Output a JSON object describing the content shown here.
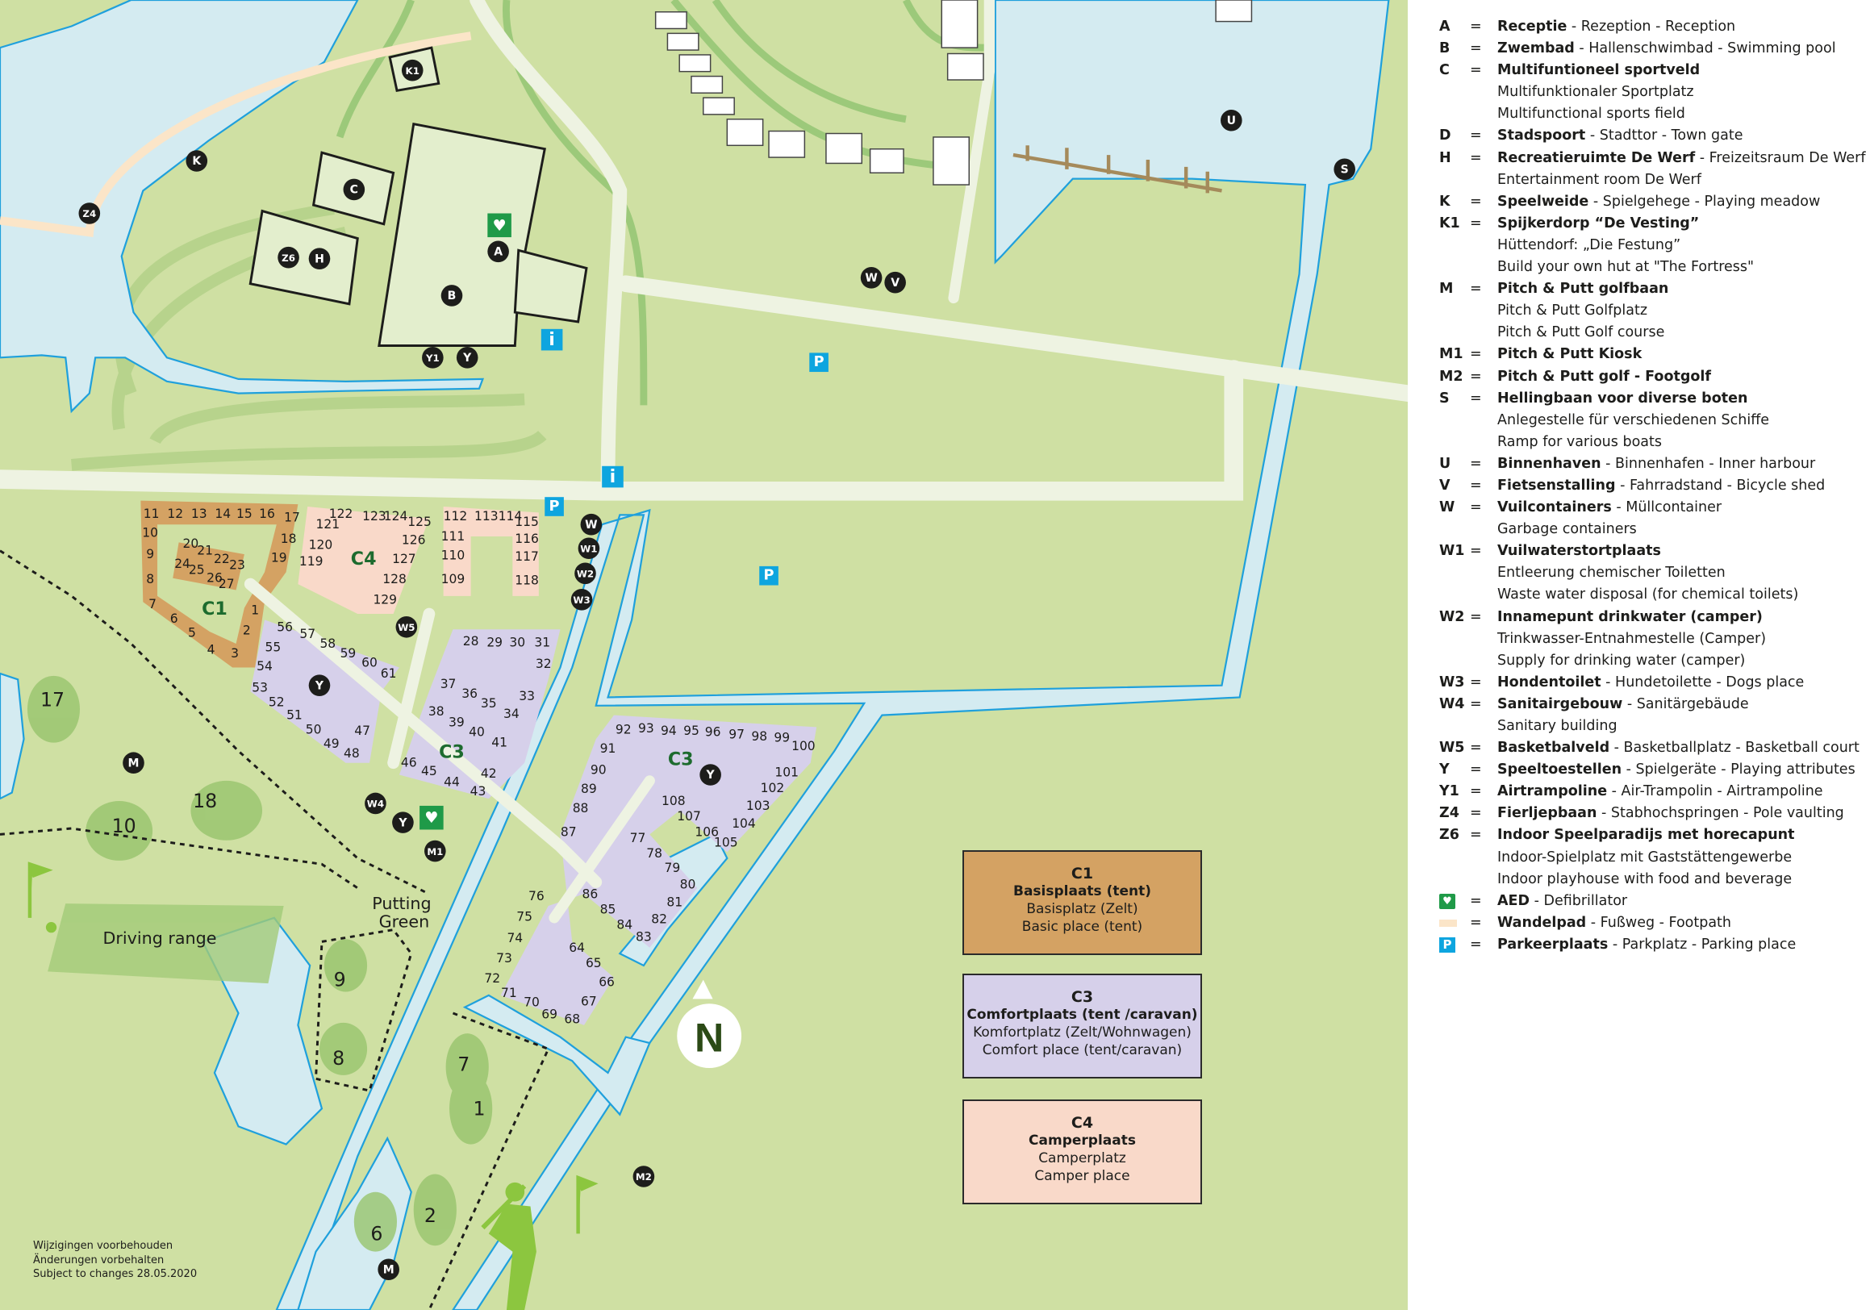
{
  "legend": {
    "rows": [
      {
        "code": "A",
        "eq": "=",
        "bold": "Receptie",
        "rest": " - Rezeption - Reception"
      },
      {
        "code": "B",
        "eq": "=",
        "bold": "Zwembad",
        "rest": " - Hallenschwimbad - Swimming pool"
      },
      {
        "code": "C",
        "eq": "=",
        "bold": "Multifuntioneel sportveld",
        "rest": ""
      },
      {
        "code": "",
        "eq": "",
        "bold": "",
        "rest": "Multifunktionaler Sportplatz"
      },
      {
        "code": "",
        "eq": "",
        "bold": "",
        "rest": "Multifunctional sports field"
      },
      {
        "code": "D",
        "eq": "=",
        "bold": "Stadspoort",
        "rest": " - Stadttor - Town gate"
      },
      {
        "code": "H",
        "eq": "=",
        "bold": "Recreatieruimte De Werf",
        "rest": " - Freizeitsraum De Werf"
      },
      {
        "code": "",
        "eq": "",
        "bold": "",
        "rest": "Entertainment room De Werf"
      },
      {
        "code": "K",
        "eq": "=",
        "bold": "Speelweide",
        "rest": " - Spielgehege - Playing meadow"
      },
      {
        "code": "K1",
        "eq": "=",
        "bold": "Spijkerdorp “De Vesting”",
        "rest": ""
      },
      {
        "code": "",
        "eq": "",
        "bold": "",
        "rest": "Hüttendorf: „Die Festung”"
      },
      {
        "code": "",
        "eq": "",
        "bold": "",
        "rest": "Build your own hut at \"The Fortress\""
      },
      {
        "code": "M",
        "eq": "=",
        "bold": "Pitch & Putt golfbaan",
        "rest": ""
      },
      {
        "code": "",
        "eq": "",
        "bold": "",
        "rest": "Pitch & Putt Golfplatz"
      },
      {
        "code": "",
        "eq": "",
        "bold": "",
        "rest": "Pitch & Putt Golf course"
      },
      {
        "code": "M1",
        "eq": "=",
        "bold": "Pitch & Putt Kiosk",
        "rest": ""
      },
      {
        "code": "M2",
        "eq": "=",
        "bold": "Pitch & Putt golf  - Footgolf",
        "rest": ""
      },
      {
        "code": "S",
        "eq": "=",
        "bold": "Hellingbaan voor diverse boten",
        "rest": ""
      },
      {
        "code": "",
        "eq": "",
        "bold": "",
        "rest": "Anlegestelle für verschiedenen Schiffe"
      },
      {
        "code": "",
        "eq": "",
        "bold": "",
        "rest": "Ramp for various boats"
      },
      {
        "code": "U",
        "eq": "=",
        "bold": "Binnenhaven",
        "rest": " - Binnenhafen - Inner harbour"
      },
      {
        "code": "V",
        "eq": "=",
        "bold": "Fietsenstalling",
        "rest": " - Fahrradstand - Bicycle shed"
      },
      {
        "code": "W",
        "eq": "=",
        "bold": "Vuilcontainers",
        "rest": " - Müllcontainer"
      },
      {
        "code": "",
        "eq": "",
        "bold": "",
        "rest": "Garbage containers"
      },
      {
        "code": "W1",
        "eq": "=",
        "bold": "Vuilwaterstortplaats",
        "rest": ""
      },
      {
        "code": "",
        "eq": "",
        "bold": "",
        "rest": "Entleerung chemischer Toiletten"
      },
      {
        "code": "",
        "eq": "",
        "bold": "",
        "rest": "Waste water disposal (for chemical toilets)"
      },
      {
        "code": "W2",
        "eq": "=",
        "bold": "Innamepunt drinkwater (camper)",
        "rest": ""
      },
      {
        "code": "",
        "eq": "",
        "bold": "",
        "rest": "Trinkwasser-Entnahmestelle (Camper)"
      },
      {
        "code": "",
        "eq": "",
        "bold": "",
        "rest": "Supply for drinking water (camper)"
      },
      {
        "code": "W3",
        "eq": "=",
        "bold": "Hondentoilet",
        "rest": " - Hundetoilette - Dogs place"
      },
      {
        "code": "W4",
        "eq": "=",
        "bold": "Sanitairgebouw",
        "rest": " - Sanitärgebäude"
      },
      {
        "code": "",
        "eq": "",
        "bold": "",
        "rest": "Sanitary building"
      },
      {
        "code": "W5",
        "eq": "=",
        "bold": "Basketbalveld",
        "rest": " - Basketballplatz - Basketball court"
      },
      {
        "code": "Y",
        "eq": "=",
        "bold": "Speeltoestellen",
        "rest": " - Spielgeräte - Playing attributes"
      },
      {
        "code": "Y1",
        "eq": "=",
        "bold": "Airtrampoline",
        "rest": " - Air-Trampolin - Airtrampoline"
      },
      {
        "code": "Z4",
        "eq": "=",
        "bold": "Fierljepbaan",
        "rest": " - Stabhochspringen - Pole vaulting"
      },
      {
        "code": "Z6",
        "eq": "=",
        "bold": "Indoor Speelparadijs met horecapunt",
        "rest": ""
      },
      {
        "code": "",
        "eq": "",
        "bold": "",
        "rest": "Indoor-Spielplatz mit Gaststättengewerbe"
      },
      {
        "code": "",
        "eq": "",
        "bold": "",
        "rest": "Indoor playhouse with food and beverage"
      },
      {
        "icon": "aed-icon",
        "eq": "=",
        "bold": "AED",
        "rest": " - Defibrillator"
      },
      {
        "icon": "footpath-swatch-icon",
        "eq": "=",
        "bold": "Wandelpad",
        "rest": " - Fußweg - Footpath"
      },
      {
        "icon": "parking-icon",
        "eq": "=",
        "bold": "Parkeerplaats",
        "rest": " - Parkplatz - Parking place"
      }
    ],
    "aed_glyph": "♥",
    "parking_glyph": "P"
  },
  "zones": [
    {
      "code": "C1",
      "title": "Basisplaats (tent)",
      "de": "Basisplatz (Zelt)",
      "en": "Basic place (tent)",
      "color": "#d4a263"
    },
    {
      "code": "C3",
      "title": "Comfortplaats (tent /caravan)",
      "de": "Komfortplatz (Zelt/Wohnwagen)",
      "en": "Comfort place (tent/caravan)",
      "color": "#d6d0ea"
    },
    {
      "code": "C4",
      "title": "Camperplaats",
      "de": "Camperplatz",
      "en": "Camper place",
      "color": "#f9d9c9"
    }
  ],
  "footer": [
    "Wijzigingen voorbehouden",
    "Änderungen vorbehalten",
    "Subject to changes 28.05.2020"
  ],
  "map": {
    "colors": {
      "land": "#cfe0a3",
      "water": "#d4ebf1",
      "shore": "#1fa0dc",
      "road": "#eef3e2",
      "path": "#9cc97a",
      "footpath": "#fbe5c8",
      "zone_label": "#1d6b2e",
      "marker": "#1d1d1b",
      "info": "#0ea5df",
      "aed": "#1f9a48"
    },
    "markers": [
      "K",
      "K1",
      "C",
      "Z6",
      "H",
      "A",
      "B",
      "Y1",
      "Y",
      "Z4",
      "W",
      "V",
      "U",
      "S",
      "W",
      "W1",
      "W2",
      "W3",
      "W5",
      "Y",
      "Y",
      "W4",
      "Y",
      "M1",
      "M",
      "M2",
      "M"
    ],
    "info_signs": [
      "i",
      "i"
    ],
    "parking_signs": [
      "P",
      "P",
      "P"
    ],
    "zone_labels": [
      "C1",
      "C4",
      "C3",
      "C3"
    ],
    "golf_holes": [
      "17",
      "10",
      "18",
      "9",
      "8",
      "7",
      "1",
      "6",
      "2"
    ],
    "area_labels": [
      "Driving range",
      "Putting",
      "Green"
    ],
    "compass": "N",
    "pitches": {
      "c1": [
        "11",
        "12",
        "13",
        "14",
        "15",
        "16",
        "17",
        "10",
        "9",
        "8",
        "7",
        "6",
        "5",
        "4",
        "3",
        "2",
        "1",
        "18",
        "19",
        "20",
        "21",
        "22",
        "23",
        "24",
        "25",
        "26",
        "27"
      ],
      "c4": [
        "122",
        "121",
        "120",
        "119",
        "123",
        "124",
        "125",
        "126",
        "127",
        "128",
        "129",
        "112",
        "113",
        "114",
        "115",
        "116",
        "117",
        "118",
        "111",
        "110",
        "109"
      ],
      "c3_west": [
        "56",
        "57",
        "58",
        "59",
        "60",
        "61",
        "55",
        "54",
        "53",
        "52",
        "51",
        "50",
        "49",
        "48",
        "47"
      ],
      "c3_mid": [
        "28",
        "29",
        "30",
        "31",
        "32",
        "37",
        "36",
        "35",
        "34",
        "33",
        "38",
        "39",
        "40",
        "41",
        "46",
        "45",
        "44",
        "42",
        "43"
      ],
      "c3_east": [
        "92",
        "93",
        "94",
        "95",
        "96",
        "97",
        "98",
        "99",
        "100",
        "91",
        "90",
        "89",
        "88",
        "87",
        "101",
        "102",
        "103",
        "104",
        "105",
        "106",
        "107",
        "108",
        "77",
        "78",
        "79",
        "80",
        "81",
        "82",
        "83",
        "84",
        "85",
        "86",
        "76",
        "75",
        "74",
        "73",
        "72",
        "71",
        "70",
        "69",
        "68",
        "67",
        "66",
        "65",
        "64"
      ]
    }
  }
}
